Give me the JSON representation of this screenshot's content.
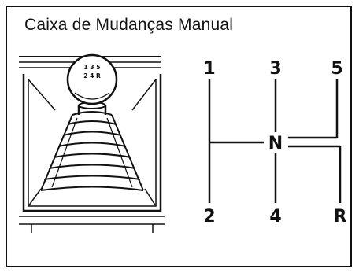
{
  "title": "Caixa de Mudanças Manual",
  "knob_text": {
    "top": "1 3 5",
    "bottom": "2 4 R"
  },
  "shift_pattern": {
    "neutral": "N",
    "gears_top": [
      "1",
      "3",
      "5"
    ],
    "gears_bottom": [
      "2",
      "4",
      "R"
    ]
  }
}
